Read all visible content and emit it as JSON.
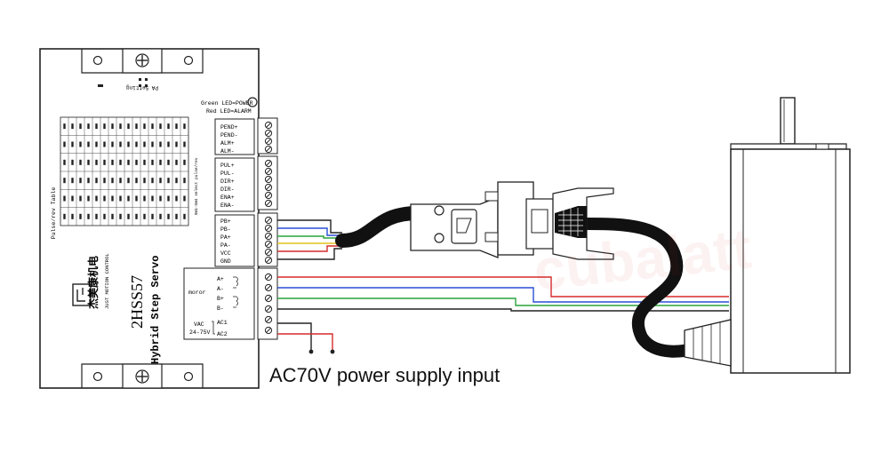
{
  "driver": {
    "model": "2HSS57",
    "subtitle": "Hybrid Step Servo",
    "brand_cn": "杰美康机电",
    "brand_en": "JUST MOTION CONTROL",
    "pa_setting": "PA Setting",
    "led_green": "Green LED=POWER",
    "led_red": "Red LED=ALARM",
    "pulse_table_title": "Pulse/rev Table",
    "dip_note": "SW1-SW4 select pulse/rev"
  },
  "terminals": {
    "group1": [
      "PEND+",
      "PEND-",
      "ALM+",
      "ALM-"
    ],
    "group2": [
      "PUL+",
      "PUL-",
      "DIR+",
      "DIR-",
      "ENA+",
      "ENA-"
    ],
    "group3": [
      "PB+",
      "PB-",
      "PA+",
      "PA-",
      "VCC",
      "GND"
    ],
    "motor_label": "moror",
    "motor_pins": [
      "A+",
      "A-",
      "B+",
      "B-"
    ],
    "vac_label": "VAC",
    "vac_range": "24-75V",
    "ac_pins": [
      "AC1",
      "AC2"
    ]
  },
  "caption": "AC70V power supply input",
  "watermark": "cubalatt",
  "colors": {
    "wire_red": "#d62b2b",
    "wire_blue": "#2a4fd6",
    "wire_green": "#2aa33a",
    "wire_yellow": "#e0c21a",
    "wire_black": "#222222",
    "cable": "#111111"
  }
}
